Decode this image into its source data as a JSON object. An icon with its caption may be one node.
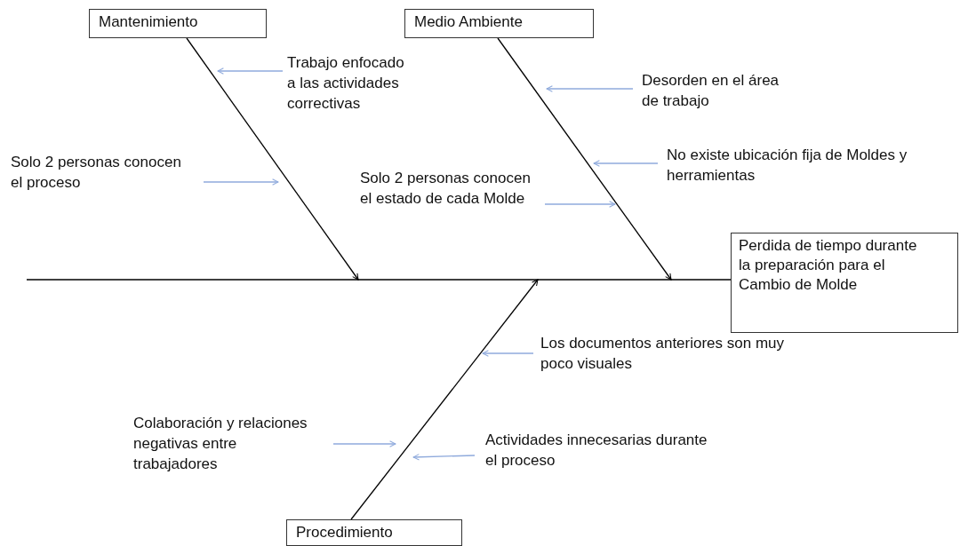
{
  "diagram": {
    "nodes": [
      {
        "text": [
          "Mantenimiento"
        ]
      },
      {
        "text": [
          "Medio Ambiente"
        ]
      },
      {
        "text": [
          "Perdida de tiempo durante la preparación para el Cambio de Molde"
        ]
      },
      {
        "text": [
          "Procedimiento"
        ]
      },
      {
        "text": [
          "Trabajo enfocado a las actividades correctivas"
        ]
      },
      {
        "text": [
          "Solo 2 personas conocen el proceso"
        ]
      },
      {
        "text": [
          "Desorden en el área de trabajo"
        ]
      },
      {
        "text": [
          "No existe ubicación fija de Moldes y herramientas"
        ]
      },
      {
        "text": [
          "Solo 2 personas conocen el estado de cada Molde"
        ]
      },
      {
        "text": [
          "Los documentos anteriores son muy poco visuales"
        ]
      },
      {
        "text": [
          "Colaboración y relaciones negativas entre trabajadores"
        ]
      },
      {
        "text": [
          "Actividades innecesarias durante el proceso"
        ]
      }
    ],
    "edges": [
      {
        "from": null,
        "to": 2,
        "arrow": "none",
        "color": "#000000"
      },
      {
        "from": 0,
        "to": null,
        "arrow": "to",
        "color": "#000000"
      },
      {
        "from": 1,
        "to": null,
        "arrow": "to",
        "color": "#000000"
      },
      {
        "from": 3,
        "to": null,
        "arrow": "to",
        "color": "#000000"
      },
      {
        "from": 4,
        "to": null,
        "arrow": "to"
      },
      {
        "from": 5,
        "to": null,
        "arrow": "to"
      },
      {
        "from": 6,
        "to": null,
        "arrow": "to"
      },
      {
        "from": 7,
        "to": null,
        "arrow": "to"
      },
      {
        "from": 8,
        "to": null,
        "arrow": "to"
      },
      {
        "from": 9,
        "to": null,
        "arrow": "to"
      },
      {
        "from": 10,
        "to": null,
        "arrow": "to"
      },
      {
        "from": 11,
        "to": null,
        "arrow": "to"
      }
    ]
  }
}
